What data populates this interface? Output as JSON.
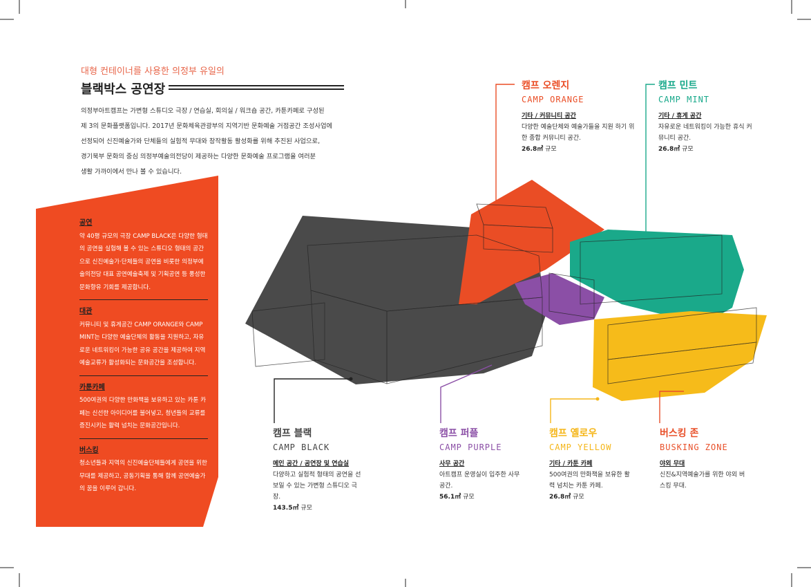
{
  "header": {
    "subtitle": "대형 컨테이너를 사용한 의정부 유일의",
    "title": "블랙박스 공연장"
  },
  "intro": [
    "의정부아트캠프는 가변형 스튜디오 극장 / 연습실, 회의실 / 워크숍 공간, 카툰카페로 구성된",
    "제 3의 문화플랫폼입니다. 2017년 문화체육관광부의 지역기반 문화예술 거점공간 조성사업에",
    "선정되어 신진예술가와 단체들의 실험적 무대와 창작활동 활성화를 위해 추진된 사업으로,",
    "경기북부 문화의 중심 의정부예술의전당이 제공하는 다양한 문화예술 프로그램을 여러분",
    "생활 가까이에서 만나 볼 수 있습니다."
  ],
  "sections": [
    {
      "heading": "공연",
      "body": "약 40평 규모의 극장 CAMP BLACK은 다양한 형태의 공연을 실험해 볼 수 있는 스튜디오 형태의 공간으로 신진예술가·단체들의 공연을 비롯한 의정부예술의전당 대표 공연예술축제 및 기획공연 등 풍성한 문화향유 기회를 제공합니다."
    },
    {
      "heading": "대관",
      "body": "커뮤니티 및 휴게공간 CAMP ORANGE와 CAMP MINT는 다양한 예술단체의 활동을 지원하고, 자유로운 네트워킹이 가능한 공유 공간을 제공하여 지역예술교류가 활성화되는 문화공간을 조성합니다."
    },
    {
      "heading": "카툰카페",
      "body": "500여권의 다양한 만화책을 보유하고 있는 카툰 카페는 신선한 아이디어를 불어넣고, 청년들의 교류를 증진시키는 활력 넘치는 문화공간입니다."
    },
    {
      "heading": "버스킹",
      "body": "청소년들과 지역의 신진예술단체들에게 공연을 위한 무대를 제공하고, 공동기획을 통해 함께 공연예술가의 꿈을 이루어 갑니다."
    }
  ],
  "camps": {
    "orange": {
      "kr": "캠프 오렌지",
      "en": "CAMP ORANGE",
      "cat": "기타 / 커뮤니티 공간",
      "desc": "다양한 예술단체와 예술가들을 지원 하기 위한 종합 커뮤니티 공간.",
      "size": "26.8㎡",
      "unit": "규모",
      "color": "#ea4d25"
    },
    "mint": {
      "kr": "캠프 민트",
      "en": "CAMP MINT",
      "cat": "기타 / 휴게 공간",
      "desc": "자유로운 네트워킹이 가능한 휴식 커뮤니티 공간.",
      "size": "26.8㎡",
      "unit": "규모",
      "color": "#17a88a"
    },
    "black": {
      "kr": "캠프 블랙",
      "en": "CAMP BLACK",
      "cat": "메인 공간 / 공연장 및 연습실",
      "desc": "다양하고 실험적 형태의 공연을 선보일 수 있는 가변형 스튜디오 극장.",
      "size": "143.5㎡",
      "unit": "규모",
      "color": "#444444"
    },
    "purple": {
      "kr": "캠프 퍼플",
      "en": "CAMP PURPLE",
      "cat": "사무 공간",
      "desc": "아트캠프 운영실이 입주한 사무공간.",
      "size": "56.1㎡",
      "unit": "규모",
      "color": "#8b4fa6"
    },
    "yellow": {
      "kr": "캠프 옐로우",
      "en": "CAMP YELLOW",
      "cat": "기타 / 카툰 카페",
      "desc": "500여권의 만화책을 보유한 활력 넘치는 카툰 카페.",
      "size": "26.8㎡",
      "unit": "규모",
      "color": "#f5b619"
    },
    "busking": {
      "kr": "버스킹 존",
      "en": "BUSKING ZONE",
      "cat": "야외 무대",
      "desc": "신진&지역예술가를 위한 야외 버스킹 무대.",
      "color": "#e8502a"
    }
  }
}
